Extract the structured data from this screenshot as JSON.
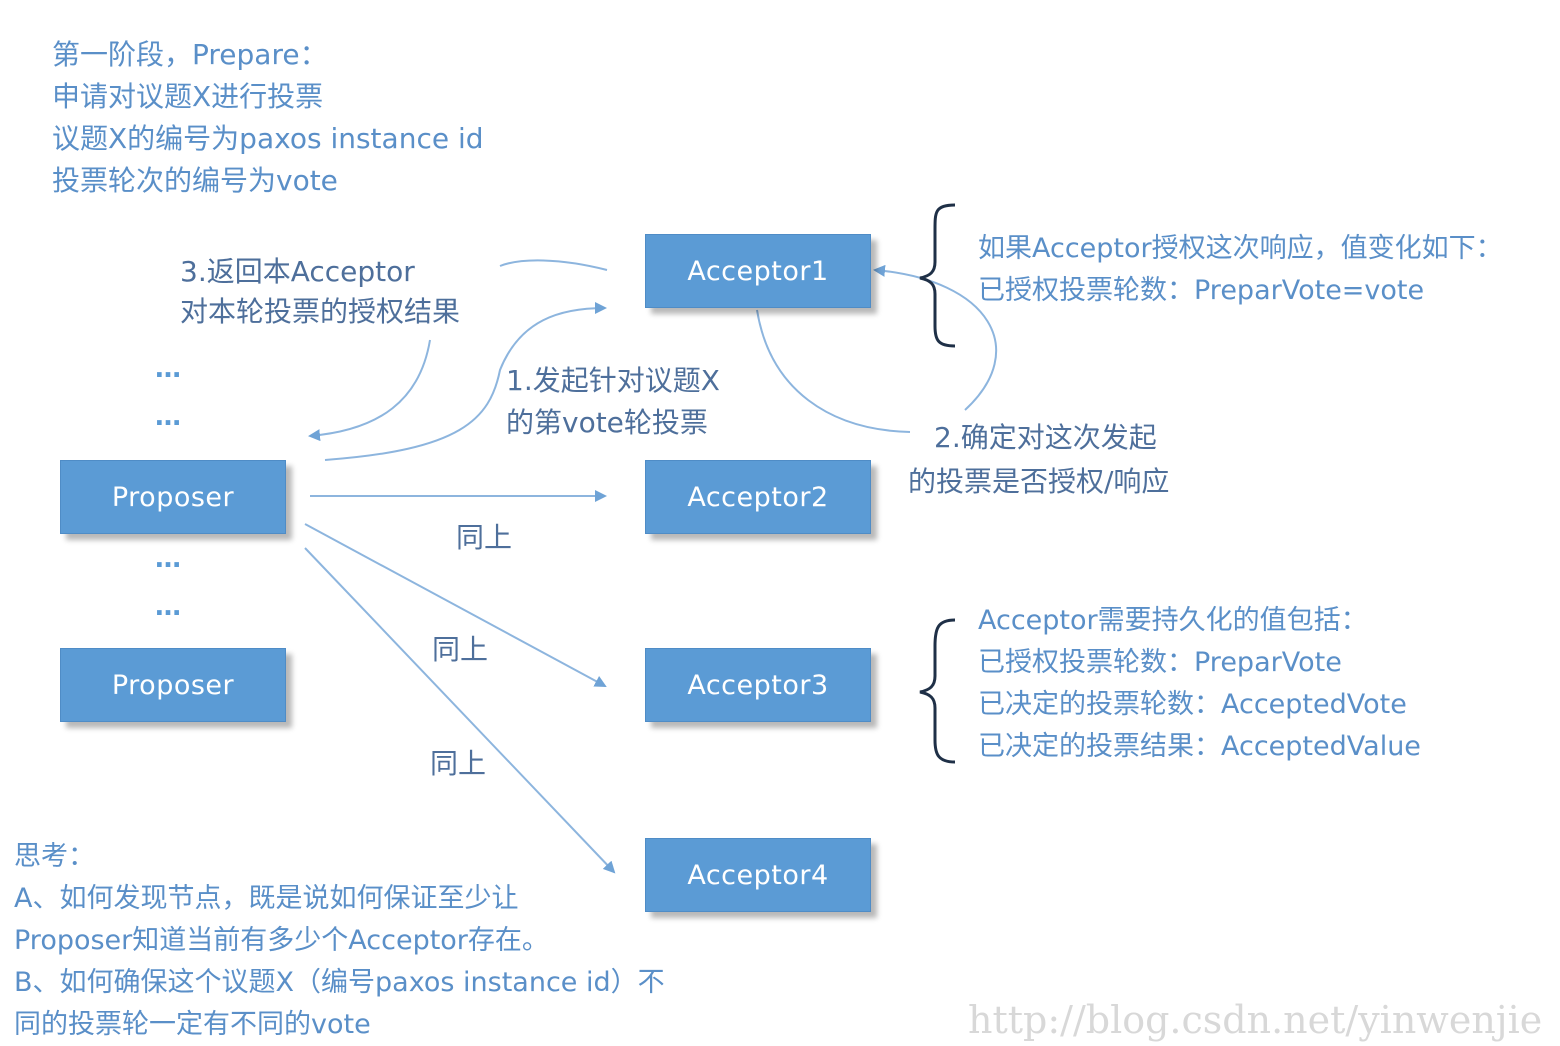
{
  "phase": {
    "lines": [
      "第一阶段，Prepare：",
      "申请对议题X进行投票",
      "议题X的编号为paxos instance id",
      "投票轮次的编号为vote"
    ]
  },
  "nodes": {
    "proposer1": "Proposer",
    "proposer2": "Proposer",
    "acceptor1": "Acceptor1",
    "acceptor2": "Acceptor2",
    "acceptor3": "Acceptor3",
    "acceptor4": "Acceptor4"
  },
  "ellipsis": "…",
  "steps": {
    "step1": [
      "1.发起针对议题X",
      "的第vote轮投票"
    ],
    "step2": [
      "2.确定对这次发起",
      "的投票是否授权/响应"
    ],
    "step3": [
      "3.返回本Acceptor",
      "对本轮投票的授权结果"
    ],
    "same": "同上"
  },
  "auth_note": [
    "如果Acceptor授权这次响应，值变化如下：",
    "已授权投票轮数：PreparVote=vote"
  ],
  "persist_note": [
    "Acceptor需要持久化的值包括：",
    "已授权投票轮数：PreparVote",
    "已决定的投票轮数：AcceptedVote",
    "已决定的投票结果：AcceptedValue"
  ],
  "think": [
    "思考：",
    "A、如何发现节点，既是说如何保证至少让",
    "Proposer知道当前有多少个Acceptor存在。",
    "B、如何确保这个议题X（编号paxos instance id）不",
    "同的投票轮一定有不同的vote"
  ],
  "watermark": "http://blog.csdn.net/yinwenjie",
  "colors": {
    "box": "#5b9bd5",
    "text": "#5a8fc8",
    "arrow": "#6fa3d6"
  }
}
